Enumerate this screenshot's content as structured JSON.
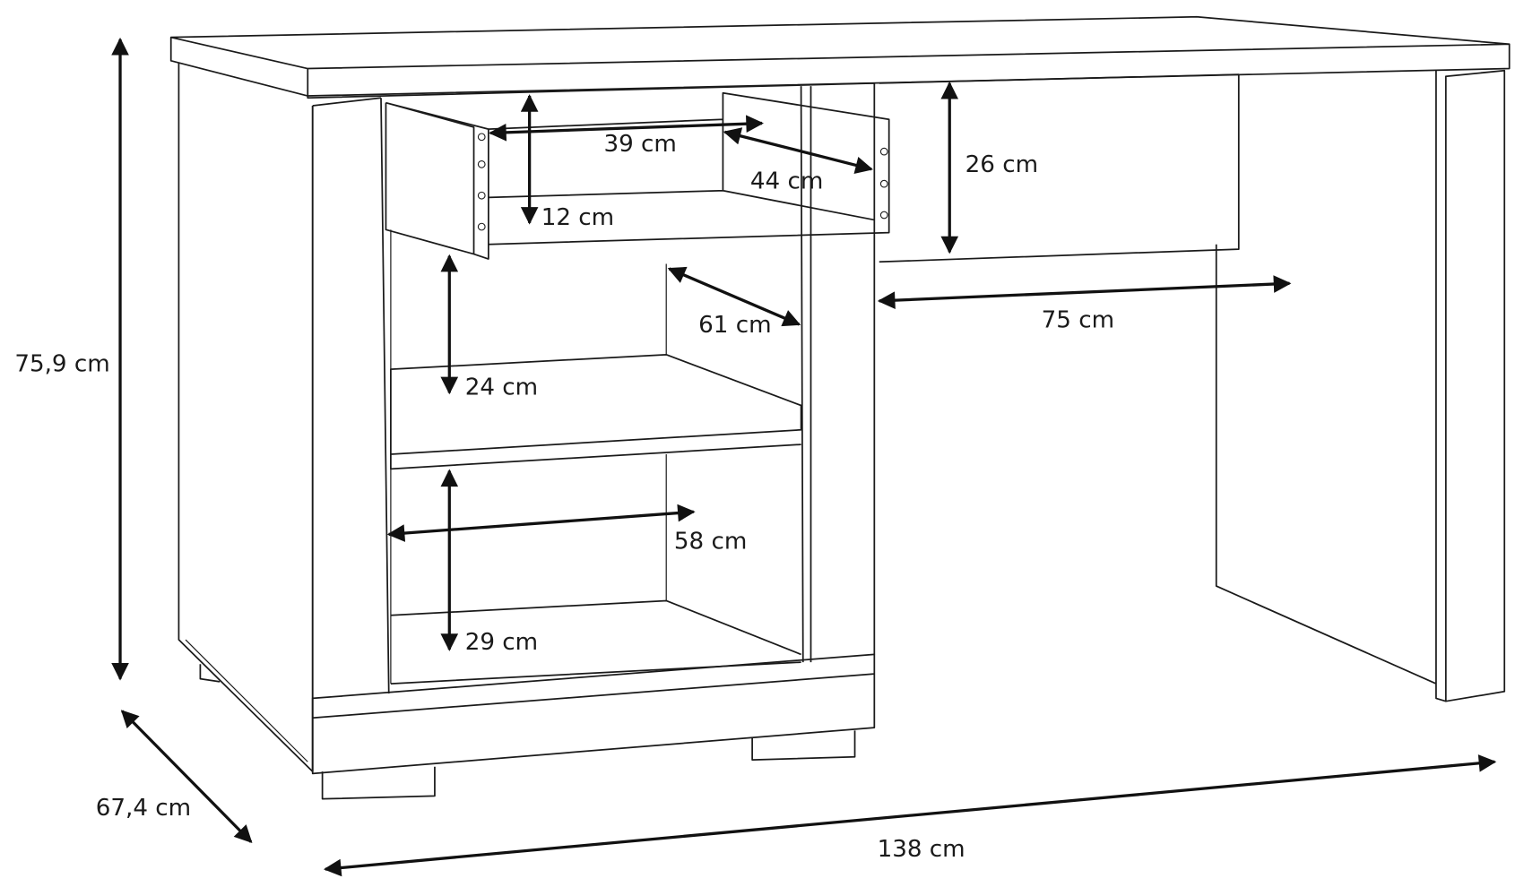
{
  "title": "Desk dimensions drawing",
  "colors": {
    "line": "#1a1a1a",
    "background": "#ffffff"
  },
  "dimensions": {
    "height": "75,9 cm",
    "depth": "67,4 cm",
    "width": "138 cm",
    "drawer_inner_width": "39 cm",
    "drawer_inner_depth": "44 cm",
    "drawer_inner_height": "12 cm",
    "knee_drawer_height": "26 cm",
    "knee_space_width": "75 cm",
    "shelf_depth": "61 cm",
    "upper_shelf_height": "24 cm",
    "shelf_width": "58 cm",
    "lower_shelf_height": "29 cm"
  }
}
